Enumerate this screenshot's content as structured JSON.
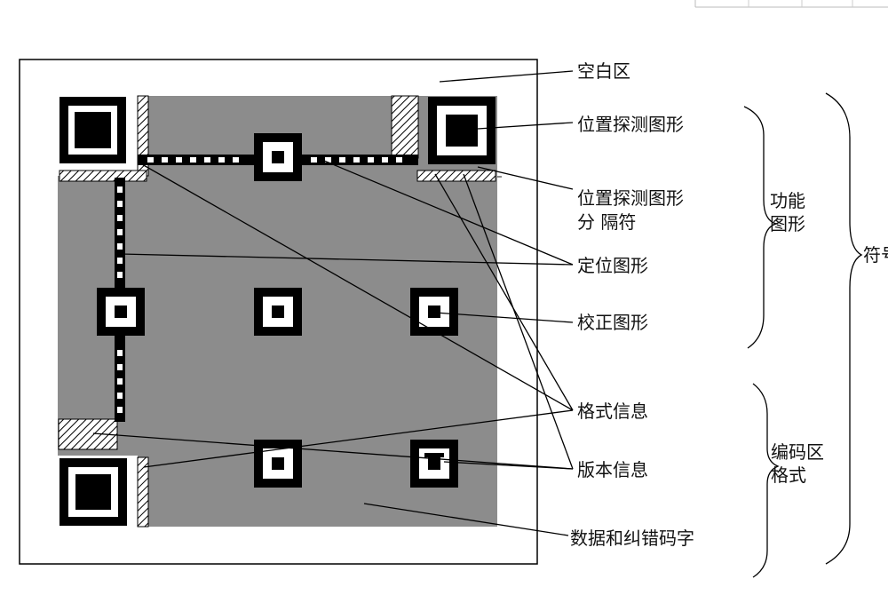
{
  "labels": {
    "quiet_zone": "空白区",
    "finder_pattern": "位置探测图形",
    "separator_line1": "位置探测图形",
    "separator_line2": "分 隔符",
    "timing_pattern": "定位图形",
    "alignment_pattern": "校正图形",
    "format_info": "格式信息",
    "version_info": "版本信息",
    "data_codewords": "数据和纠错码字"
  },
  "groups": {
    "function_patterns_line1": "功能",
    "function_patterns_line2": "图形",
    "encoding_region_line1": "编码区",
    "encoding_region_line2": "格式",
    "symbol": "符号"
  },
  "colors": {
    "background": "#ffffff",
    "data_region": "#8c8c8c",
    "ink": "#000000"
  }
}
